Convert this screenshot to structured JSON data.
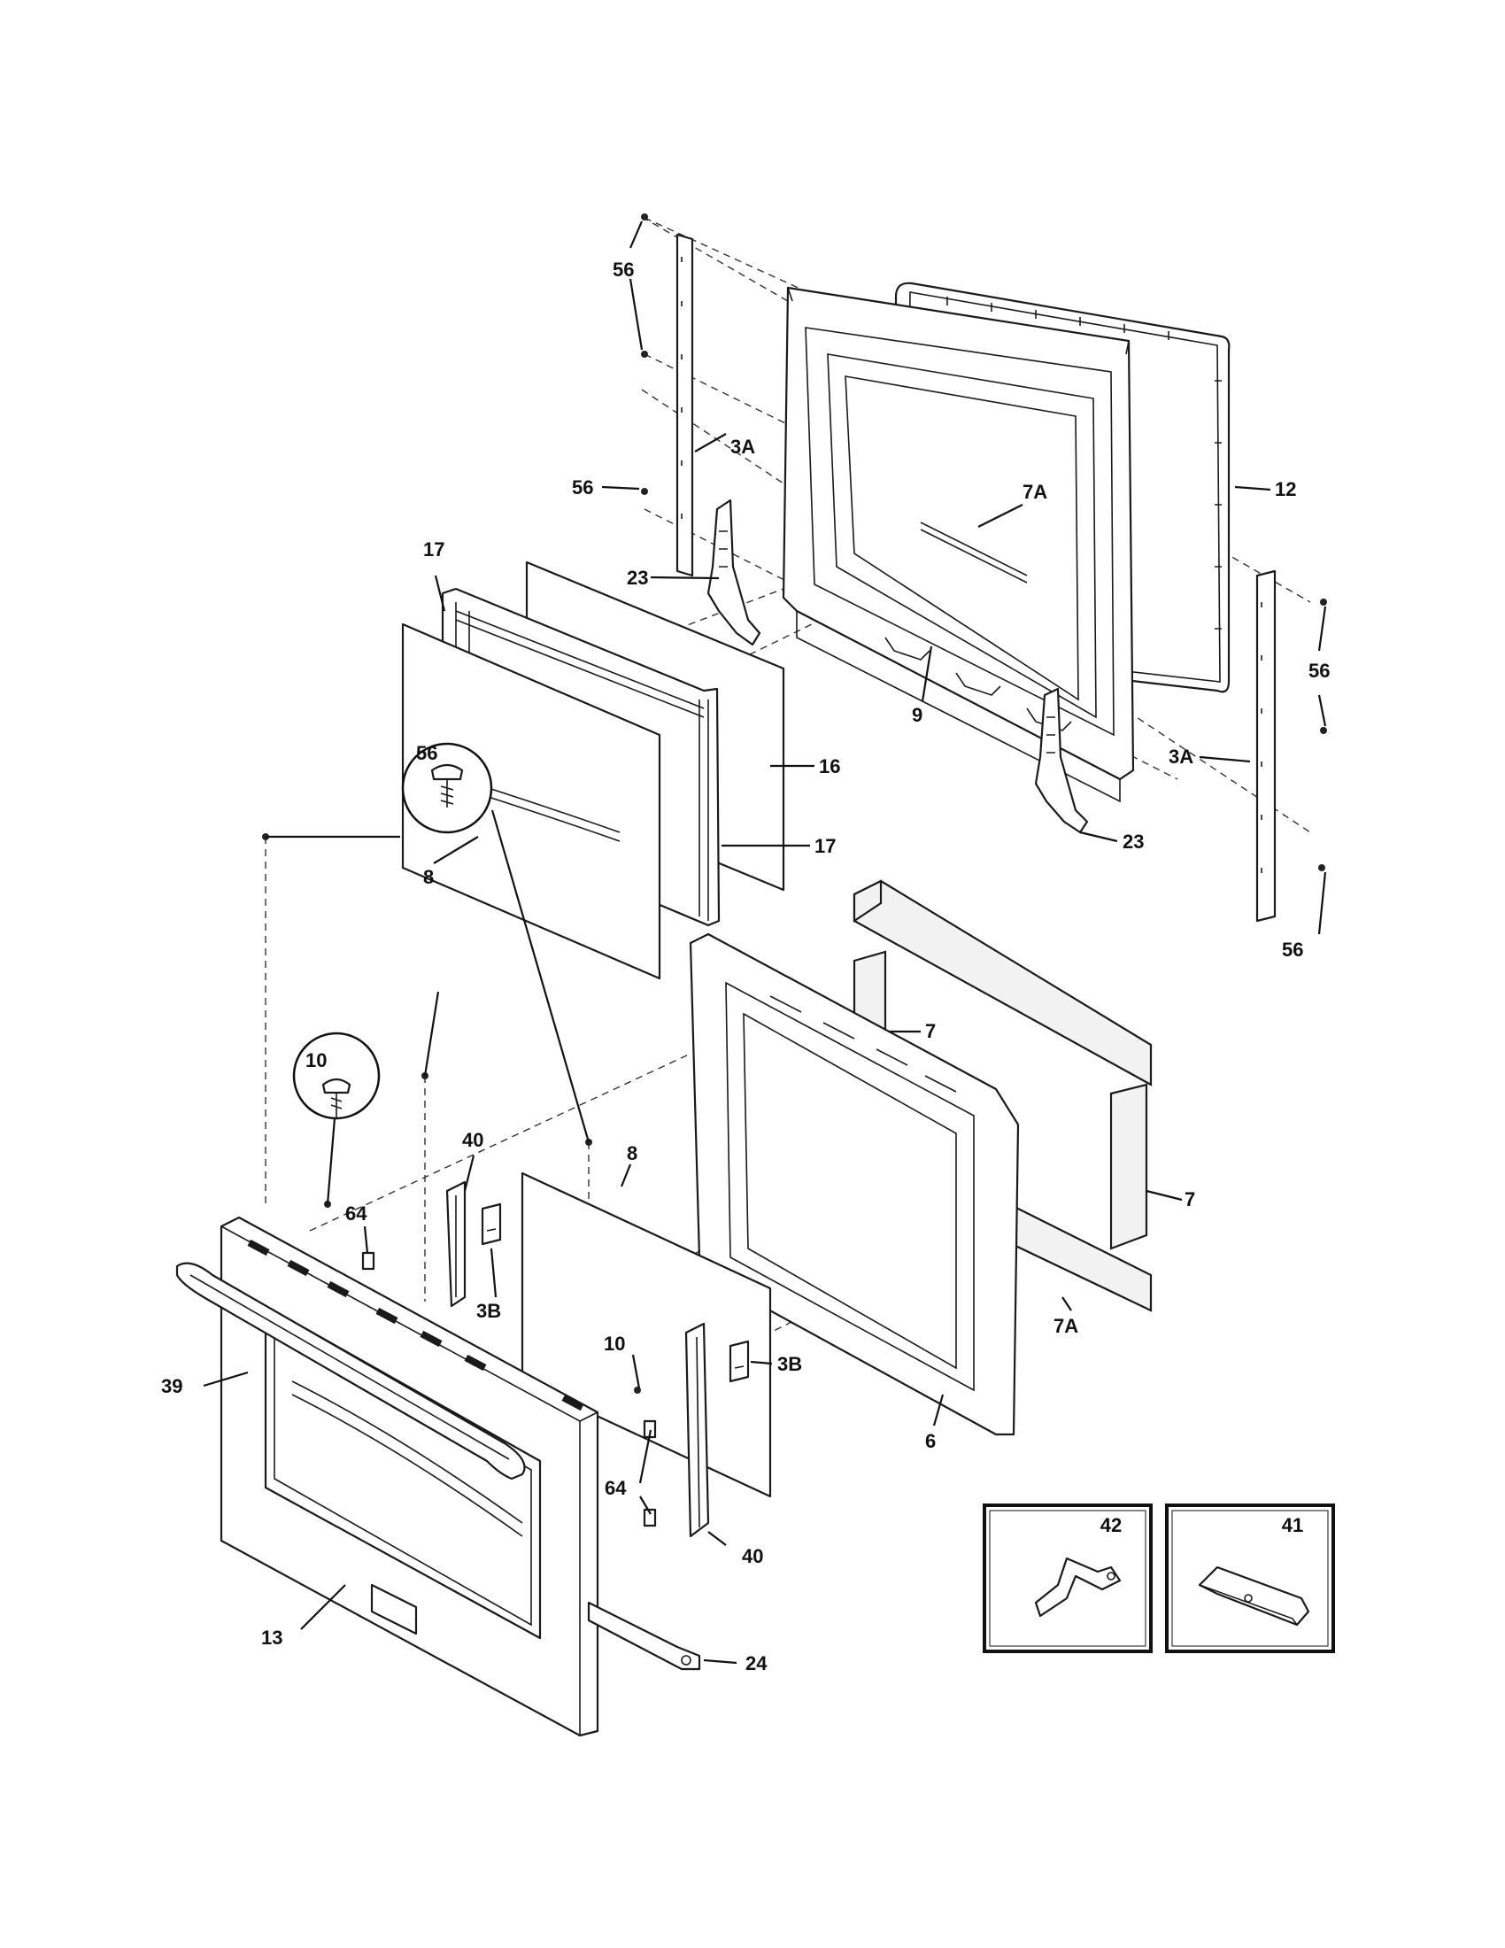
{
  "diagram": {
    "callouts": {
      "c56_top": "56",
      "c3a_left": "3A",
      "c56_left": "56",
      "c12": "12",
      "c23_left": "23",
      "c9": "9",
      "c17_top": "17",
      "c16": "16",
      "c17_mid": "17",
      "c8_top": "8",
      "c56_right": "56",
      "c3a_right": "3A",
      "c23_right": "23",
      "c56_bottom_right": "56",
      "c7a_top": "7A",
      "c7_left": "7",
      "c7_right": "7",
      "c7a_bottom": "7A",
      "c6": "6",
      "c56_circle": "56",
      "c10_circle": "10",
      "c40_top": "40",
      "c64_top": "64",
      "c8_mid": "8",
      "c3b_left": "3B",
      "c10_mid": "10",
      "c3b_right": "3B",
      "c39": "39",
      "c64_bottom": "64",
      "c40_bottom": "40",
      "c13": "13",
      "c24": "24"
    },
    "inset_boxes": {
      "box_42": "42",
      "box_41": "41"
    }
  }
}
